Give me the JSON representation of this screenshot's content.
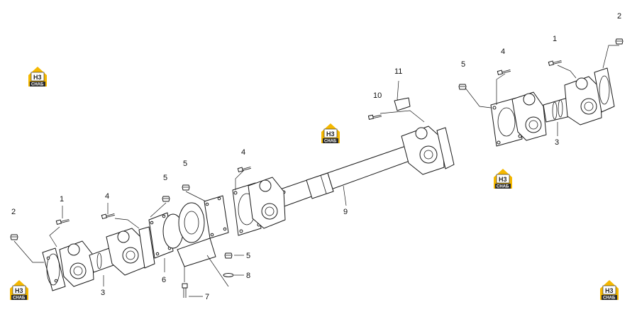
{
  "diagram": {
    "callouts": [
      {
        "id": "c-2-right",
        "text": "2"
      },
      {
        "id": "c-1-right",
        "text": "1"
      },
      {
        "id": "c-4-right",
        "text": "4"
      },
      {
        "id": "c-5-right",
        "text": "5"
      },
      {
        "id": "c-3-right",
        "text": "3"
      },
      {
        "id": "c-11",
        "text": "11"
      },
      {
        "id": "c-10",
        "text": "10"
      },
      {
        "id": "c-4-mid",
        "text": "4"
      },
      {
        "id": "c-9",
        "text": "9"
      },
      {
        "id": "c-5-mid-a",
        "text": "5"
      },
      {
        "id": "c-5-mid-b",
        "text": "5"
      },
      {
        "id": "c-6",
        "text": "6"
      },
      {
        "id": "c-5-low",
        "text": "5"
      },
      {
        "id": "c-8",
        "text": "8"
      },
      {
        "id": "c-7",
        "text": "7"
      },
      {
        "id": "c-1-left",
        "text": "1"
      },
      {
        "id": "c-4-left",
        "text": "4"
      },
      {
        "id": "c-2-left",
        "text": "2"
      },
      {
        "id": "c-3-left",
        "text": "3"
      }
    ]
  },
  "watermark": {
    "top": "H3",
    "bottom": "СНАБ",
    "colors": {
      "yellow": "#f5b800",
      "dark": "#2a2a2a"
    }
  }
}
